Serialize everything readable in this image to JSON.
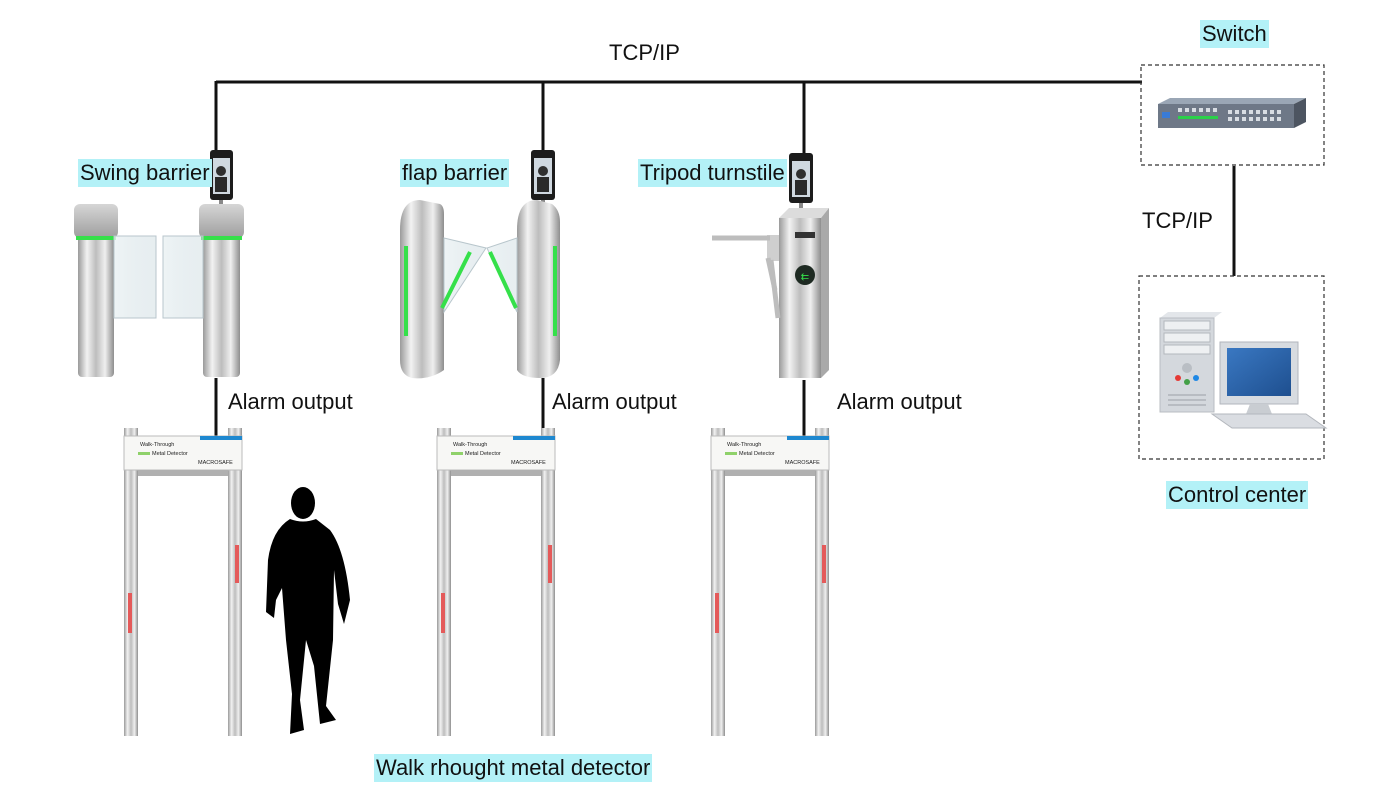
{
  "labels": {
    "tcpip_top": "TCP/IP",
    "tcpip_right": "TCP/IP",
    "switch": "Switch",
    "control_center": "Control center",
    "swing_barrier": "Swing barrier",
    "flap_barrier": "flap barrier",
    "tripod_turnstile": "Tripod turnstile",
    "alarm_output_1": "Alarm output",
    "alarm_output_2": "Alarm output",
    "alarm_output_3": "Alarm output",
    "metal_detector": "Walk rhought metal detector"
  },
  "detector_panel": {
    "line1": "Walk-Through",
    "line2": "Metal Detector",
    "brand": "MACROSAFE"
  },
  "colors": {
    "label_highlight": "#b3f1f7",
    "led_green": "#35e04a",
    "detector_blue": "#1e88d0",
    "line": "#111111"
  }
}
